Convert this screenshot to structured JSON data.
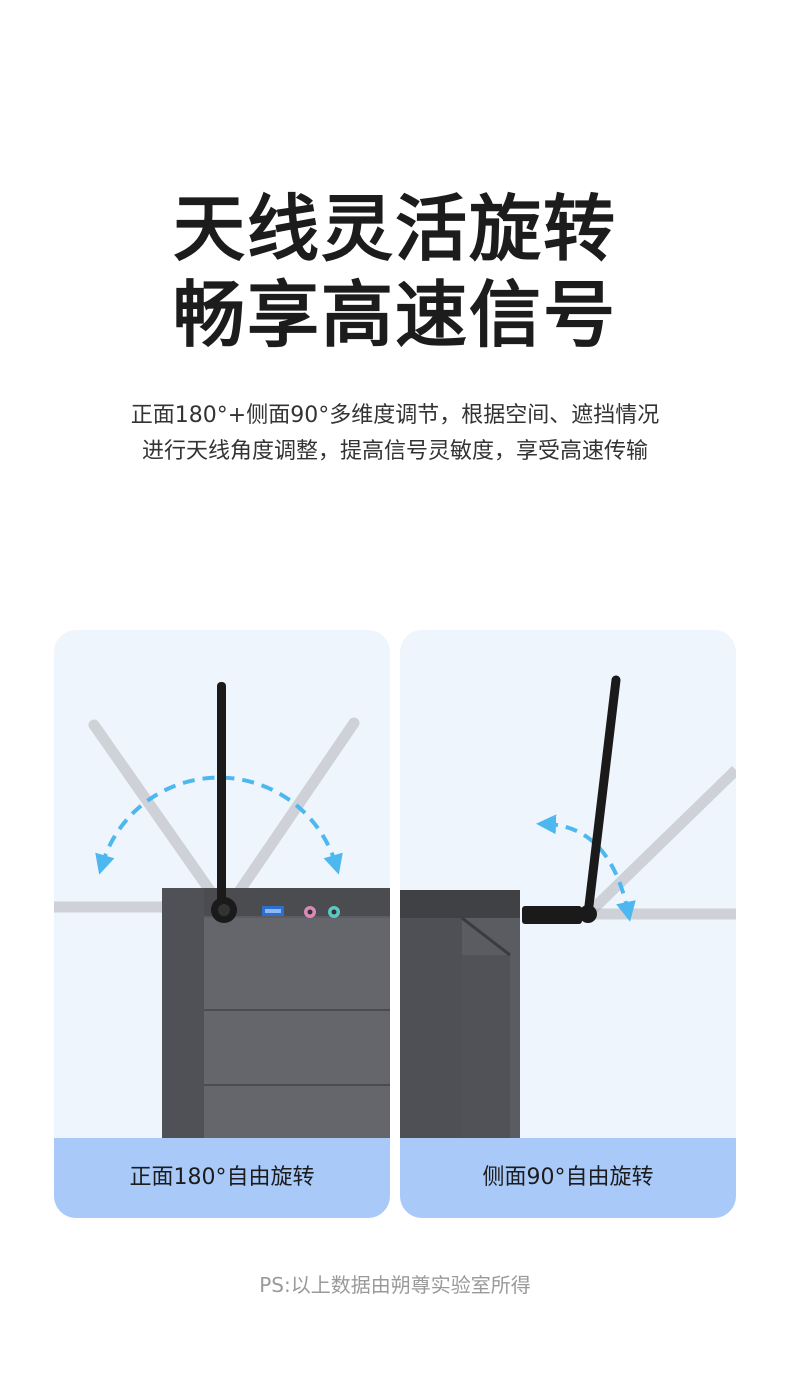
{
  "headline": {
    "line1": "天线灵活旋转",
    "line2": "畅享高速信号"
  },
  "description": {
    "line1": "正面180°+侧面90°多维度调节，根据空间、遮挡情况",
    "line2": "进行天线角度调整，提高信号灵敏度，享受高速传输"
  },
  "cards": {
    "front": {
      "label": "正面180°自由旋转",
      "rotation_degrees": 180
    },
    "side": {
      "label": "侧面90°自由旋转",
      "rotation_degrees": 90
    }
  },
  "footnote": "PS:以上数据由朔尊实验室所得",
  "colors": {
    "arrow": "#4db8f0",
    "label_band": "#a9c9f8",
    "card_bg": "#eef5fd",
    "pc_case": "#55575c",
    "antenna": "#1a1a1a"
  },
  "icons": [
    "antenna-icon",
    "usb-port-icon",
    "audio-jack-icon",
    "rotation-arrow-icon"
  ]
}
